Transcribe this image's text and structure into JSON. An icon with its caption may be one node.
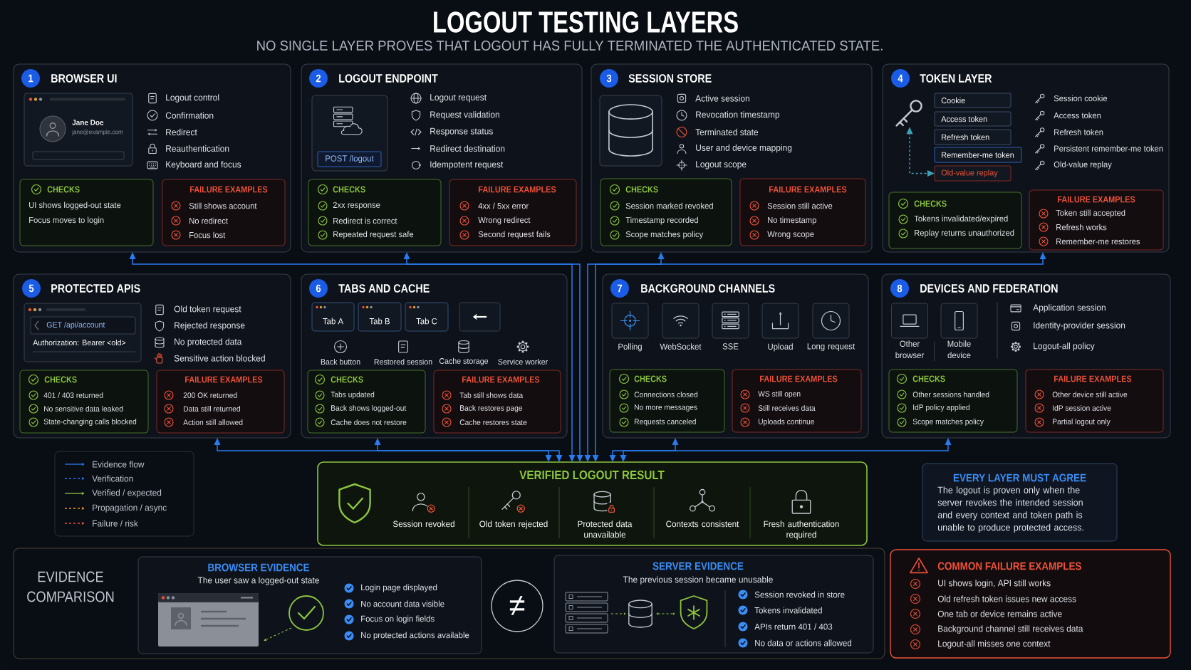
{
  "diagram": {
    "title": "LOGOUT TESTING LAYERS",
    "nodes": [
      {
        "text": [
          "1",
          "BROWSER UI",
          "Logout control",
          "Confirmation",
          "Redirect",
          "Reauthentication",
          "Keyboard and focus"
        ]
      },
      {
        "text": [
          "Jane Doe",
          "jane@example.com"
        ],
        "in": 0
      },
      {
        "text": [
          "CHECKS",
          "UI shows logged-out state",
          "Focus moves to login"
        ],
        "in": 0
      },
      {
        "text": [
          "FAILURE EXAMPLES",
          "Still shows account",
          "No redirect",
          "Focus lost"
        ],
        "in": 0
      },
      {
        "text": [
          "2",
          "LOGOUT ENDPOINT",
          "Logout request",
          "Request validation",
          "Response status",
          "Redirect destination",
          "Idempotent request"
        ]
      },
      {
        "text": [
          "POST /logout"
        ],
        "in": 4
      },
      {
        "text": [
          "CHECKS",
          "2xx response",
          "Redirect is correct",
          "Repeated request safe"
        ],
        "in": 4
      },
      {
        "text": [
          "FAILURE EXAMPLES",
          "4xx / 5xx error",
          "Wrong redirect",
          "Second request fails"
        ],
        "in": 4
      },
      {
        "text": [
          "3",
          "SESSION STORE",
          "Active session",
          "Revocation timestamp",
          "Terminated state",
          "User and device mapping",
          "Logout scope"
        ]
      },
      {
        "text": [
          "CHECKS",
          "Session marked revoked",
          "Timestamp recorded",
          "Scope matches policy"
        ],
        "in": 8
      },
      {
        "text": [
          "FAILURE EXAMPLES",
          "Session still active",
          "No timestamp",
          "Wrong scope"
        ],
        "in": 8
      },
      {
        "text": [
          "4",
          "TOKEN LAYER",
          "Session cookie",
          "Access token",
          "Refresh token",
          "Persistent remember-me token",
          "Old-value replay"
        ]
      },
      {
        "text": [],
        "shape": "picture",
        "in": 11
      },
      {
        "text": [
          "Cookie"
        ],
        "in": 11
      },
      {
        "text": [
          "Access token"
        ],
        "in": 11
      },
      {
        "text": [
          "Refresh token"
        ],
        "in": 11
      },
      {
        "text": [
          "Remember-me token"
        ],
        "in": 11
      },
      {
        "text": [
          "Old-value replay"
        ],
        "in": 11
      },
      {
        "text": [
          "CHECKS",
          "Tokens invalidated/expired",
          "Replay returns unauthorized"
        ],
        "in": 11
      },
      {
        "text": [
          "FAILURE EXAMPLES",
          "Token still accepted",
          "Refresh works",
          "Remember-me restores"
        ],
        "in": 11
      },
      {
        "text": [
          "5",
          "PROTECTED APIS",
          "Old token request",
          "Rejected response",
          "No protected data",
          "Sensitive action blocked"
        ]
      },
      {
        "text": [
          "GET /api/account",
          "Authorization: Bearer <old>"
        ],
        "in": 20
      },
      {
        "text": [
          "CHECKS",
          "401 / 403 returned",
          "No sensitive data leaked",
          "State-changing calls blocked"
        ],
        "in": 20
      },
      {
        "text": [
          "FAILURE EXAMPLES",
          "200 OK returned",
          "Data still returned",
          "Action still allowed"
        ],
        "in": 20
      },
      {
        "text": [
          "6",
          "TABS AND CACHE",
          "Back button",
          "Restored session",
          "Cache storage",
          "Service worker"
        ]
      },
      {
        "text": [
          "Tab A"
        ],
        "in": 24
      },
      {
        "text": [
          "Tab B"
        ],
        "in": 24
      },
      {
        "text": [
          "Tab C"
        ],
        "in": 24
      },
      {
        "text": [
          "CHECKS",
          "Tabs updated",
          "Back shows logged-out",
          "Cache does not restore"
        ],
        "in": 24
      },
      {
        "text": [
          "FAILURE EXAMPLES",
          "Tab still shows data",
          "Back restores page",
          "Cache restores state"
        ],
        "in": 24
      },
      {
        "text": [
          "7",
          "BACKGROUND CHANNELS",
          "Polling",
          "WebSocket",
          "SSE",
          "Upload",
          "Long request"
        ]
      },
      {
        "text": [
          "CHECKS",
          "Connections closed",
          "No more messages",
          "Requests canceled"
        ],
        "in": 30
      },
      {
        "text": [
          "FAILURE EXAMPLES",
          "WS still open",
          "Still receives data",
          "Uploads continue"
        ],
        "in": 30
      },
      {
        "text": [
          "8",
          "DEVICES AND FEDERATION",
          "Other browser",
          "Mobile device",
          "Application session",
          "Identity-provider session",
          "Logout-all policy"
        ]
      },
      {
        "text": [
          "CHECKS",
          "Other sessions handled",
          "IdP policy applied",
          "Scope matches policy"
        ],
        "in": 33
      },
      {
        "text": [
          "FAILURE EXAMPLES",
          "Other device still active",
          "IdP session active",
          "Partial logout only"
        ],
        "in": 33
      },
      {
        "text": [
          "VERIFIED LOGOUT RESULT",
          "Session revoked",
          "Old token rejected",
          "Protected data unavailable",
          "Contexts consistent",
          "Fresh authentication required"
        ]
      },
      {
        "text": [
          "EVERY LAYER MUST AGREE",
          "The logout is proven only when the server revokes the intended session and every context and token path is unable to produce protected access."
        ]
      },
      {
        "text": [
          "EVIDENCE COMPARISON"
        ]
      },
      {
        "text": [
          "BROWSER EVIDENCE",
          "The user saw a logged-out state",
          "Login page displayed",
          "No account data visible",
          "Focus on login fields",
          "No protected actions available"
        ],
        "in": 38
      },
      {
        "text": [
          "≠"
        ],
        "in": 38
      },
      {
        "text": [
          "SERVER EVIDENCE",
          "The previous session became unusable",
          "Session revoked in store",
          "Tokens invalidated",
          "APIs return 401 / 403",
          "No data or actions allowed"
        ],
        "in": 38
      },
      {
        "text": [
          "COMMON FAILURE EXAMPLES",
          "UI shows login, API still works",
          "Old refresh token issues new access",
          "One tab or device remains active",
          "Background channel still receives data",
          "Logout-all misses one context"
        ]
      }
    ],
    "edges": [
      {
        "from": 0,
        "to": 36,
        "arrow": "both"
      },
      {
        "from": 4,
        "to": 36,
        "arrow": "both"
      },
      {
        "from": 8,
        "to": 36,
        "arrow": "both"
      },
      {
        "from": 11,
        "to": 36,
        "arrow": "both"
      },
      {
        "from": 20,
        "to": 36,
        "arrow": "both"
      },
      {
        "from": 24,
        "to": 36,
        "arrow": "both"
      },
      {
        "from": 30,
        "to": 36,
        "arrow": "both"
      },
      {
        "from": 33,
        "to": 36,
        "arrow": "both"
      },
      {
        "from": 12,
        "to": 17,
        "arrow": "both",
        "style": "dashed",
        "color": "#3fa0b5"
      }
    ],
    "labels": [
      "NO SINGLE LAYER PROVES THAT LOGOUT HAS FULLY TERMINATED THE AUTHENTICATED STATE."
    ],
    "legend": [
      {
        "text": "Evidence flow"
      },
      {
        "text": "Verification"
      },
      {
        "text": "Verified / expected"
      },
      {
        "text": "Propagation / async"
      },
      {
        "text": "Failure / risk"
      }
    ]
  }
}
